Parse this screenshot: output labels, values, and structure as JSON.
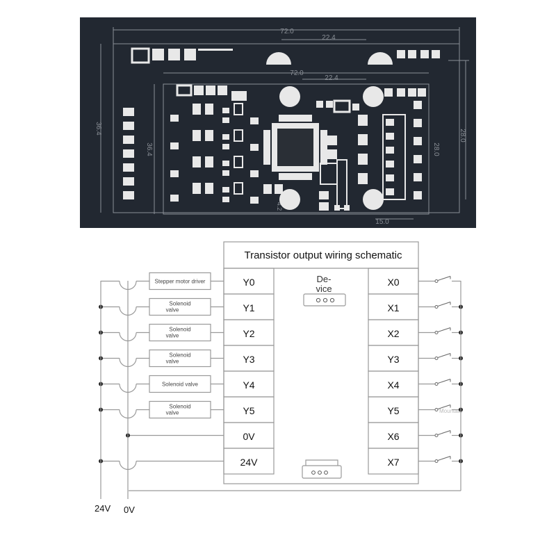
{
  "pcb": {
    "background": "#222831",
    "line_color": "#8a8f96",
    "pad_color": "#e8e8e8",
    "dimensions": {
      "outer_width": "72.0",
      "outer_mid": "22.4",
      "outer_height": "36.4",
      "outer_right_height": "28.0",
      "inner_width": "72.0",
      "inner_mid": "22.4",
      "inner_height": "36.4",
      "inner_right_height": "28.0",
      "inner_bottom": "15.0",
      "hole_label": "4.2"
    }
  },
  "schematic": {
    "title": "Transistor output wiring schematic",
    "device_label_line1": "De-",
    "device_label_line2": "vice",
    "watermark": "Mountain",
    "left_pins": [
      "Y0",
      "Y1",
      "Y2",
      "Y3",
      "Y4",
      "Y5",
      "0V",
      "24V"
    ],
    "right_pins": [
      "X0",
      "X1",
      "X2",
      "Y3",
      "X4",
      "Y5",
      "X6",
      "X7"
    ],
    "loads": [
      {
        "line1": "Stepper motor driver",
        "line2": ""
      },
      {
        "line1": "Solenoid",
        "line2": "valve"
      },
      {
        "line1": "Solenoid",
        "line2": "valve"
      },
      {
        "line1": "Solenoid",
        "line2": "valve"
      },
      {
        "line1": "Solenoid valve",
        "line2": ""
      },
      {
        "line1": "Solenoid",
        "line2": "valve"
      }
    ],
    "bus_labels": {
      "v24": "24V",
      "v0": "0V"
    },
    "line_color": "#999999",
    "text_color": "#111111"
  }
}
